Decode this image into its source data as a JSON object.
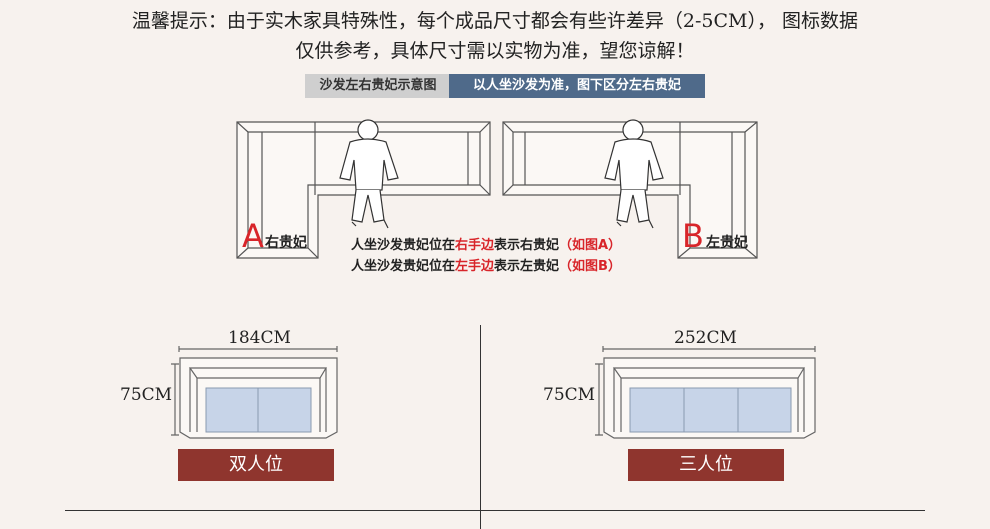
{
  "notice": {
    "line1": "温馨提示：由于实木家具特殊性，每个成品尺寸都会有些许差异（2-5CM）， 图标数据",
    "line2": "仅供参考，具体尺寸需以实物为准，望您谅解！"
  },
  "diagram": {
    "title_tag": "沙发左右贵妃示意图",
    "subtitle_tag": "以人坐沙发为准，图下区分左右贵妃",
    "left_letter": "A",
    "left_label": "右贵妃",
    "right_letter": "B",
    "right_label": "左贵妃",
    "rule1": {
      "pre": "人坐沙发贵妃位在",
      "hl": "右手边",
      "mid": "表示右贵妃",
      "ref": "（如图A）"
    },
    "rule2": {
      "pre": "人坐沙发贵妃位在",
      "hl": "左手边",
      "mid": "表示左贵妃",
      "ref": "（如图B）"
    }
  },
  "sizes": [
    {
      "width": "184CM",
      "depth": "75CM",
      "label": "双人位",
      "seats": 2
    },
    {
      "width": "252CM",
      "depth": "75CM",
      "label": "三人位",
      "seats": 3
    }
  ],
  "colors": {
    "accent_red": "#d8252a",
    "label_bg": "#8f352e",
    "tag_blue": "#4f6a8a",
    "cushion": "#c7d4e8"
  }
}
